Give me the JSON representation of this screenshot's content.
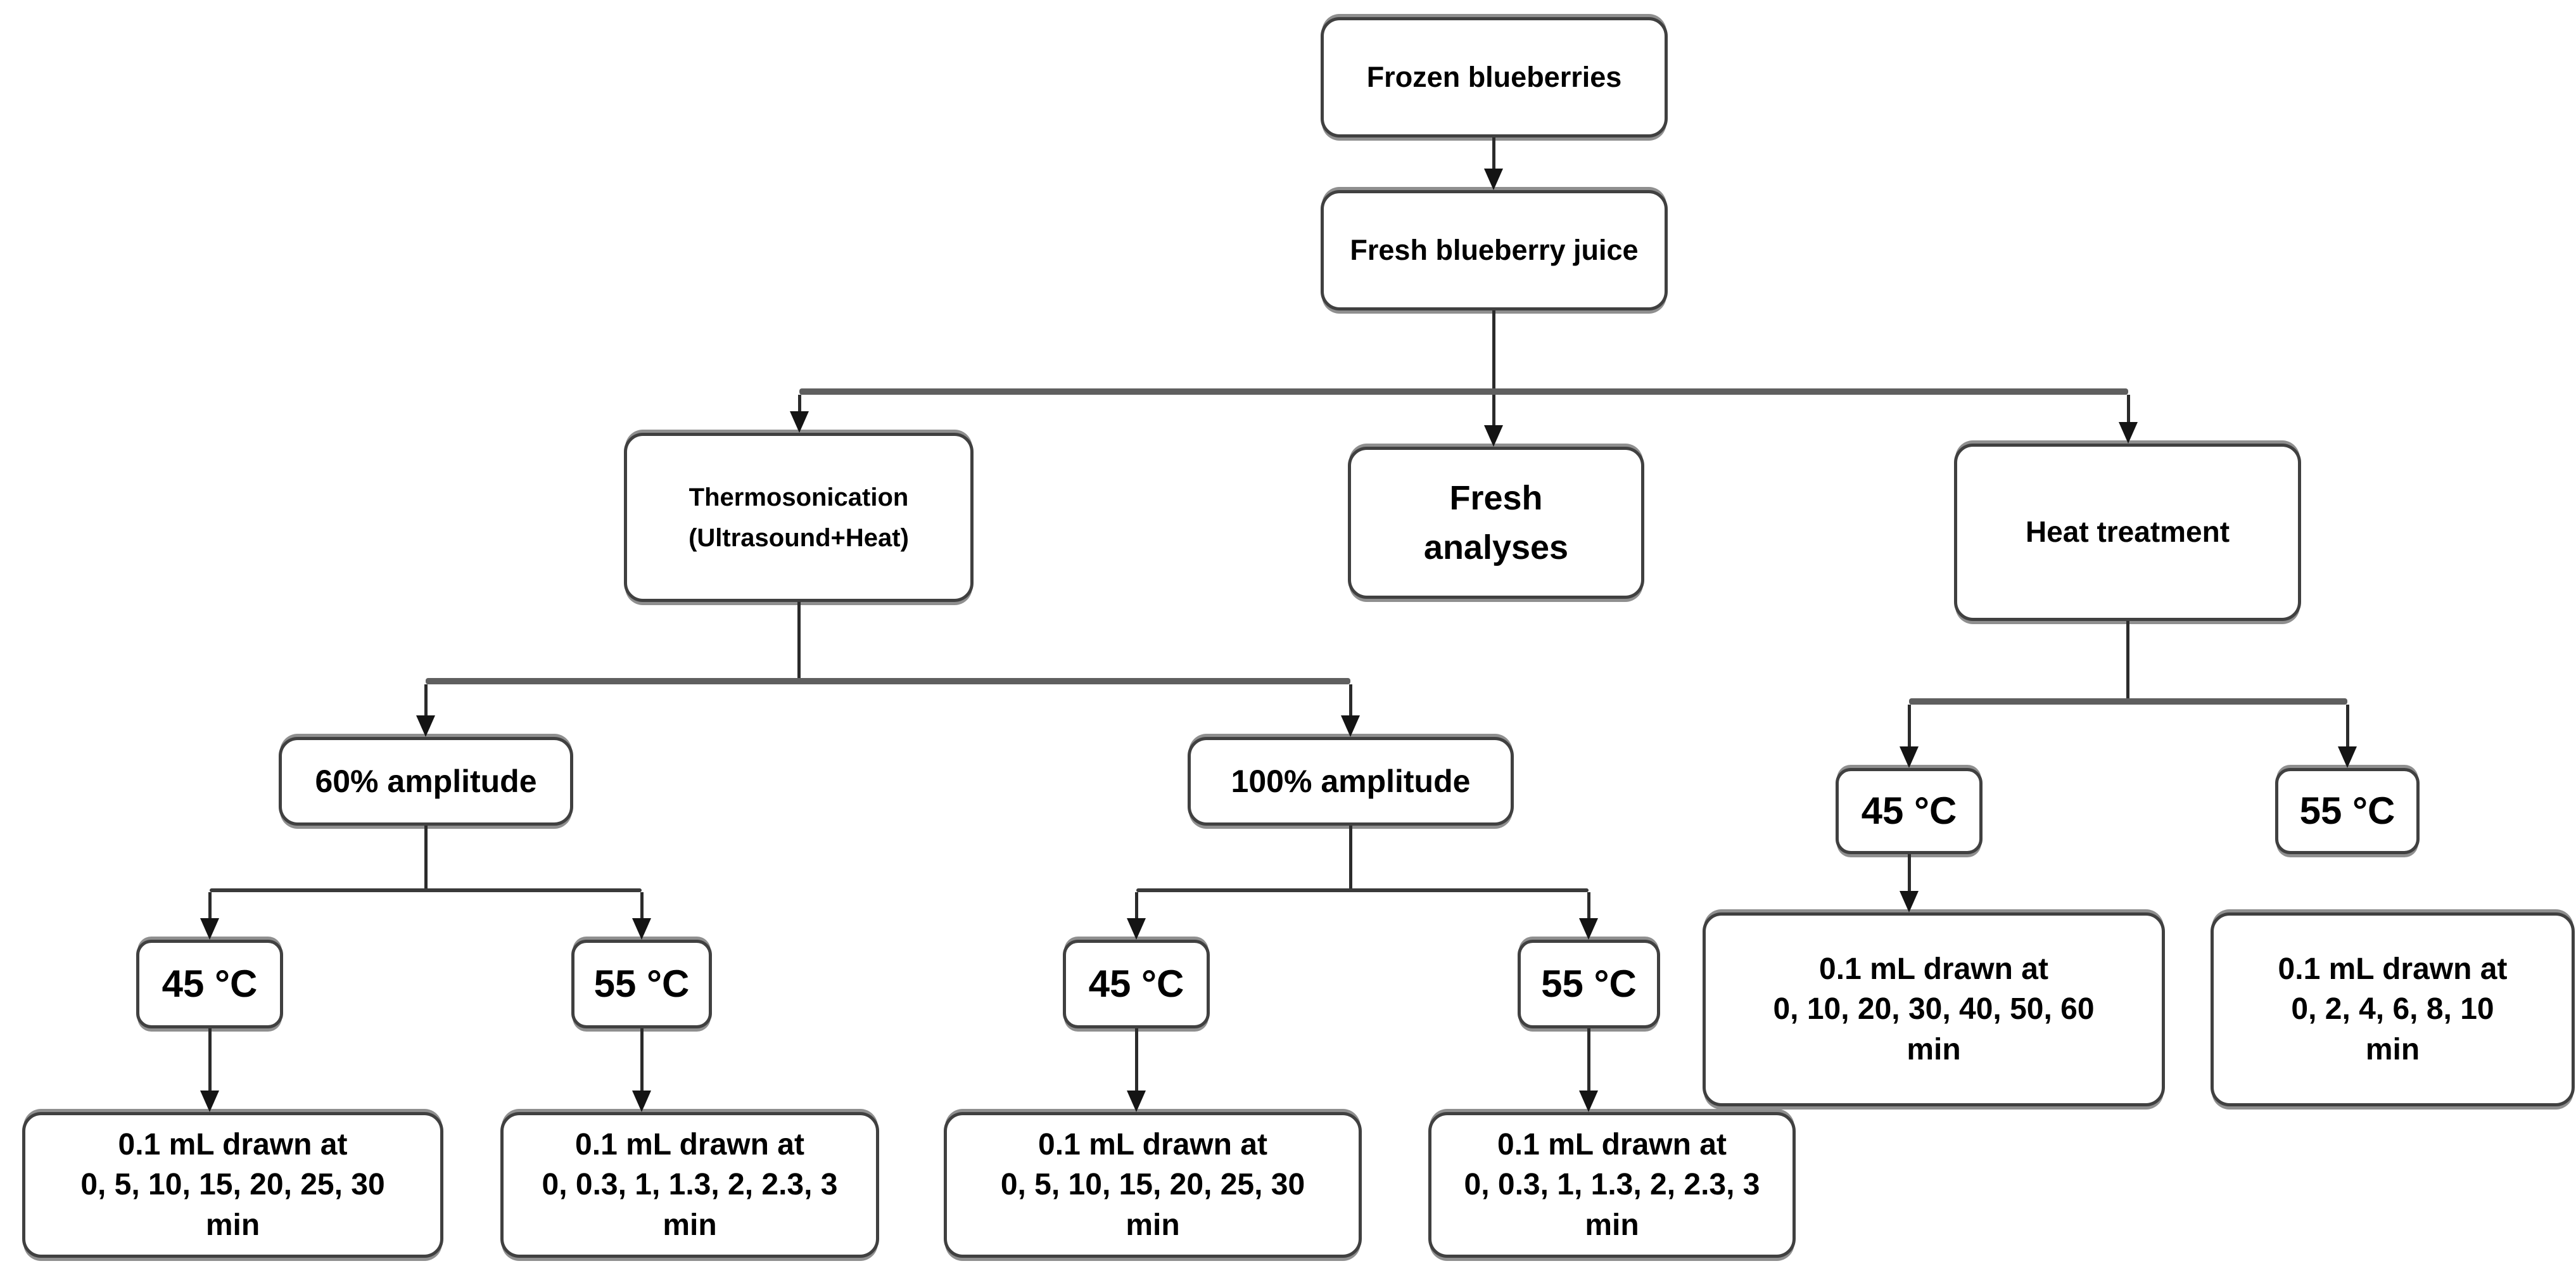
{
  "diagram": {
    "type": "flowchart",
    "colors": {
      "background": "#ffffff",
      "box_fill": "#ffffff",
      "box_border": "#404040",
      "box_shadow": "#8f8f8f",
      "line": "#2b2b2b",
      "split_bar": "#5f5f5f",
      "text": "#000000"
    },
    "nodes": {
      "frozen_blueberries": {
        "label": "Frozen blueberries"
      },
      "fresh_blueberry_juice": {
        "label": "Fresh blueberry juice"
      },
      "thermosonication": {
        "label": "Thermosonication\n(Ultrasound+Heat)"
      },
      "fresh_analyses": {
        "label": "Fresh\nanalyses"
      },
      "heat_treatment": {
        "label": "Heat treatment"
      },
      "amplitude_60": {
        "label": "60% amplitude"
      },
      "amplitude_100": {
        "label": "100% amplitude"
      },
      "ts60_temp45": {
        "label": "45 °C"
      },
      "ts60_temp55": {
        "label": "55 °C"
      },
      "ts100_temp45": {
        "label": "45 °C"
      },
      "ts100_temp55": {
        "label": "55 °C"
      },
      "ht_temp45": {
        "label": "45 °C"
      },
      "ht_temp55": {
        "label": "55 °C"
      },
      "ts60_45_sampling": {
        "label": "0.1 mL drawn at\n0, 5, 10, 15, 20, 25, 30\nmin"
      },
      "ts60_55_sampling": {
        "label": "0.1 mL drawn at\n0, 0.3, 1, 1.3, 2, 2.3, 3\nmin"
      },
      "ts100_45_sampling": {
        "label": "0.1 mL drawn at\n0, 5, 10, 15, 20, 25, 30\nmin"
      },
      "ts100_55_sampling": {
        "label": "0.1 mL drawn at\n0, 0.3, 1, 1.3, 2, 2.3, 3\nmin"
      },
      "ht_45_sampling": {
        "label": "0.1 mL drawn at\n0, 10, 20, 30, 40, 50, 60\nmin"
      },
      "ht_55_sampling": {
        "label": "0.1 mL drawn at\n0, 2, 4, 6, 8, 10\nmin"
      }
    },
    "edges": [
      {
        "from": "frozen_blueberries",
        "to": "fresh_blueberry_juice",
        "arrow": true
      },
      {
        "from": "fresh_blueberry_juice",
        "to": "thermosonication",
        "arrow": true
      },
      {
        "from": "fresh_blueberry_juice",
        "to": "fresh_analyses",
        "arrow": true
      },
      {
        "from": "fresh_blueberry_juice",
        "to": "heat_treatment",
        "arrow": true
      },
      {
        "from": "thermosonication",
        "to": "amplitude_60",
        "arrow": true
      },
      {
        "from": "thermosonication",
        "to": "amplitude_100",
        "arrow": true
      },
      {
        "from": "amplitude_60",
        "to": "ts60_temp45",
        "arrow": true
      },
      {
        "from": "amplitude_60",
        "to": "ts60_temp55",
        "arrow": true
      },
      {
        "from": "amplitude_100",
        "to": "ts100_temp45",
        "arrow": true
      },
      {
        "from": "amplitude_100",
        "to": "ts100_temp55",
        "arrow": true
      },
      {
        "from": "ts60_temp45",
        "to": "ts60_45_sampling",
        "arrow": true
      },
      {
        "from": "ts60_temp55",
        "to": "ts60_55_sampling",
        "arrow": true
      },
      {
        "from": "ts100_temp45",
        "to": "ts100_45_sampling",
        "arrow": true
      },
      {
        "from": "ts100_temp55",
        "to": "ts100_55_sampling",
        "arrow": true
      },
      {
        "from": "heat_treatment",
        "to": "ht_temp45",
        "arrow": true
      },
      {
        "from": "heat_treatment",
        "to": "ht_temp55",
        "arrow": true
      },
      {
        "from": "ht_temp45",
        "to": "ht_45_sampling",
        "arrow": true
      },
      {
        "from": "ht_temp55",
        "to": "ht_55_sampling",
        "arrow": false
      }
    ]
  }
}
